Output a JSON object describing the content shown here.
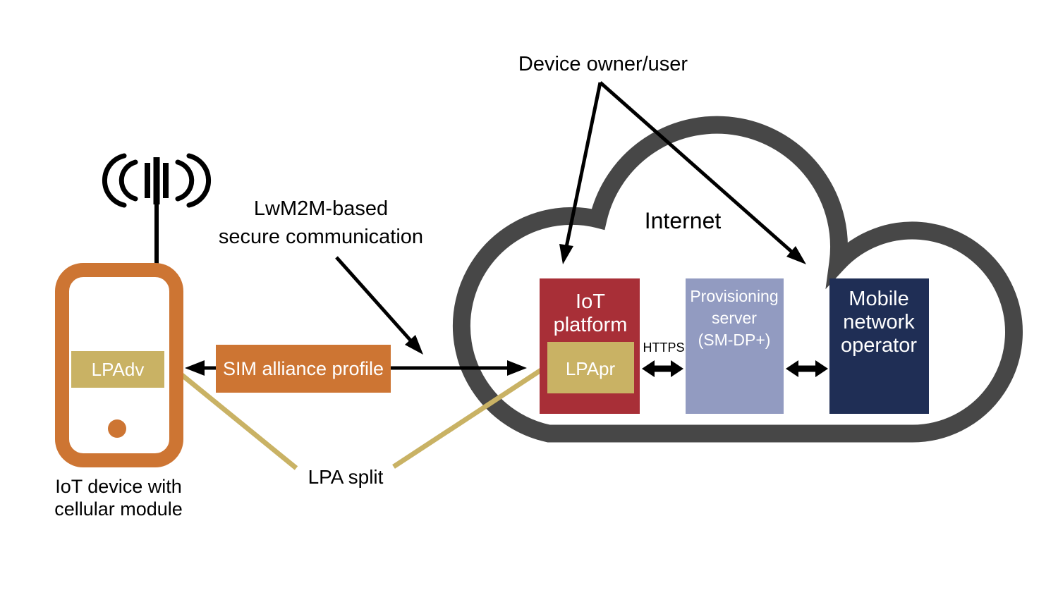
{
  "colors": {
    "orange": "#cd7533",
    "tan": "#c9b264",
    "red": "#a82f37",
    "lavender": "#929bc1",
    "navy": "#1f2e55",
    "cloud_gray": "#474747",
    "black": "#000000",
    "white": "#ffffff"
  },
  "iot_device": {
    "caption_line1": "IoT device with",
    "caption_line2": "cellular module",
    "lpa_box_label": "LPAdv"
  },
  "sim_profile_link": {
    "label": "SIM alliance profile"
  },
  "lwm2m_annotation": {
    "line1": "LwM2M-based",
    "line2": "secure communication"
  },
  "lpa_split_annotation": {
    "label": "LPA split"
  },
  "device_owner_annotation": {
    "label": "Device owner/user"
  },
  "internet_cloud": {
    "label": "Internet",
    "iot_platform": {
      "title_line1": "IoT",
      "title_line2": "platform",
      "lpa_box_label": "LPApr"
    },
    "https_link": {
      "label": "HTTPS"
    },
    "provisioning_server": {
      "title_line1": "Provisioning",
      "title_line2": "server",
      "title_line3": "(SM-DP+)"
    },
    "mobile_network_operator": {
      "title_line1": "Mobile",
      "title_line2": "network",
      "title_line3": "operator"
    }
  }
}
